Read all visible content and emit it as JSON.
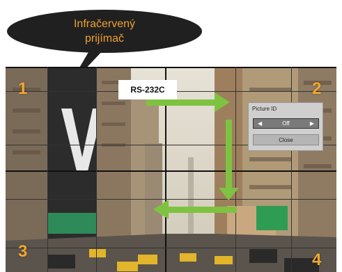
{
  "callout": {
    "line1": "Infračervený",
    "line2": "prijímač"
  },
  "rs_label": "RS-232C",
  "panels": {
    "p1": "1",
    "p2": "2",
    "p3": "3",
    "p4": "4"
  },
  "osd": {
    "title": "Picture ID",
    "value": "Off",
    "prev_icon": "left-triangle",
    "next_icon": "right-triangle",
    "close_label": "Close"
  },
  "colors": {
    "accent": "#f2a72a",
    "arrow": "#7fc241",
    "callout_bg": "#202020"
  }
}
